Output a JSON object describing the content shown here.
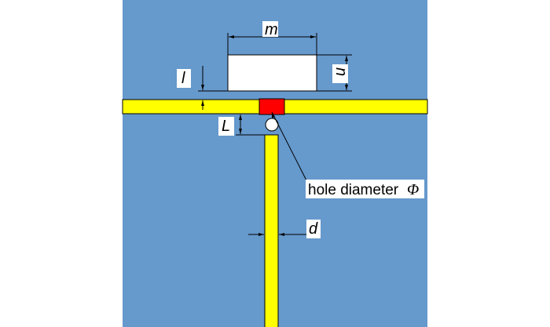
{
  "diagram": {
    "labels": {
      "m": "m",
      "n": "n",
      "l": "l",
      "L": "L",
      "d": "d",
      "hole": "hole diameter",
      "phi": "Φ"
    },
    "colors": {
      "background": "#6699cc",
      "strip": "#ffff00",
      "patch": "#ffffff",
      "connector": "#ff0000",
      "outline": "#000000"
    }
  }
}
